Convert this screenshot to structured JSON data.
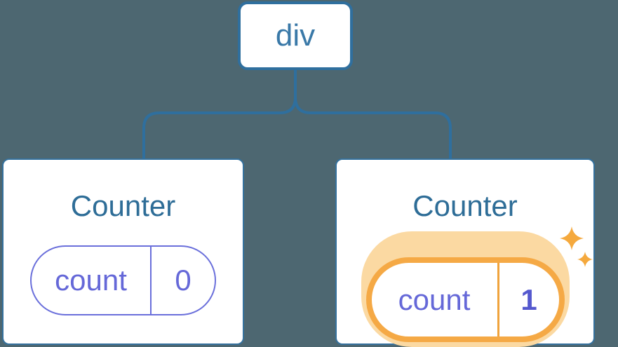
{
  "diagram": {
    "description": "React component tree with state",
    "root_node": {
      "label": "div"
    },
    "children": [
      {
        "title": "Counter",
        "state": {
          "key": "count",
          "value": "0"
        },
        "highlighted": false
      },
      {
        "title": "Counter",
        "state": {
          "key": "count",
          "value": "1"
        },
        "highlighted": true,
        "icon": "sparkles-icon"
      }
    ],
    "colors": {
      "background": "#4d6771",
      "tree_line": "#2f6f9e",
      "node_border": "#2f6f9e",
      "node_text": "#3a79a8",
      "card_border": "#35719d",
      "component_title": "#2e6d97",
      "state_purple": "#6568d8",
      "state_pill_border": "#6a6fdb",
      "state_value_bold": "#5458ce",
      "highlight_orange": "#f5a945",
      "highlight_glow": "#fbd9a2",
      "sparkle": "#f5a93d"
    }
  }
}
